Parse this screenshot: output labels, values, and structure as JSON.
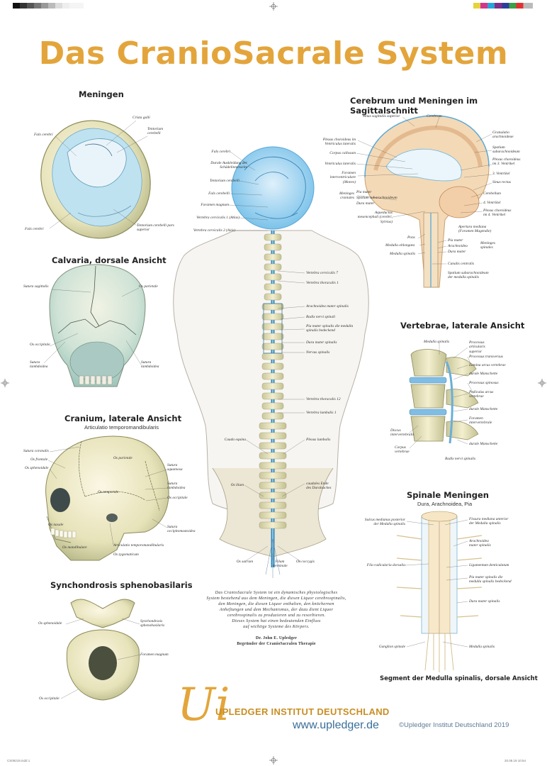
{
  "title": "Das CranioSacrale System",
  "sections": {
    "meningen": "Meningen",
    "calvaria": "Calvaria, dorsale Ansicht",
    "cranium": "Cranium, laterale Ansicht",
    "cranium_sub": "Articulatio temporomandibularis",
    "synchondrosis": "Synchondrosis sphenobasilaris",
    "cerebrum": "Cerebrum und Meningen im Sagittalschnitt",
    "vertebrae": "Vertebrae, laterale Ansicht",
    "spinale": "Spinale Meningen",
    "spinale_sub": "Dura, Arachnoidea, Pia",
    "segment": "Segment der Medulla spinalis, dorsale Ansicht"
  },
  "labels": {
    "meningen": [
      "Crista galli",
      "Tentorium cerebelli",
      "Falx cerebri",
      "Falx cerebri",
      "Tentorium cerebelli pars superior"
    ],
    "calvaria": [
      "Sutura sagittalis",
      "Os parietale",
      "Os occipitale",
      "Sutura lambdoidea",
      "Sutura lambdoidea"
    ],
    "cranium": [
      "Sutura coronalis",
      "Os frontale",
      "Os sphenoidale",
      "Os parietale",
      "Os temporale",
      "Sutura squamosa",
      "Sutura lambdoidea",
      "Os occipitale",
      "Sutura occipitomastoidea",
      "Os nasale",
      "Os mandibulare",
      "Articulatio temporomandibularis",
      "Os zygomaticum"
    ],
    "synchondrosis": [
      "Os sphenoidale",
      "Synchondrosis sphenobasilaris",
      "Foramen magnum",
      "Os occipitale"
    ],
    "center_left": [
      "Falx cerebri",
      "Durale Auskleidung der Schädelinnenseite",
      "Tentorium cerebelli",
      "Falx cerebelli",
      "Foramen magnum",
      "Vertebra cervicalis 1 (Atlas)",
      "Vertebra cervicalis 2 (Axis)"
    ],
    "center_right": [
      "Vertebra cervicalis 7",
      "Vertebra thoracalis 1",
      "Arachnoidea mater spinalis",
      "Radix nervi spinali",
      "Pia mater spinalis die medulla spinalis bedeckend",
      "Dura mater spinalis",
      "Nervus spinalis",
      "Vertebra thoracalis 12",
      "Vertebra lumbalis 1",
      "Plexus lumbalis",
      "caudales Ende des Duralsackes"
    ],
    "center_bottom": [
      "Cauda equina",
      "Os ilium",
      "Os sacrum",
      "Filum terminale",
      "Os coccygis"
    ],
    "cerebrum_left": [
      "Sinus sagittalis superior",
      "Cerebrum",
      "Plexus choroideus im Ventriculus lateralis",
      "Corpus callosum",
      "Ventriculus lateralis",
      "Foramen interventriculare (Monro)",
      "Meninges craniales",
      "Pia mater",
      "Spatium subarachnoideum",
      "Dura mater",
      "Aqueductus mesencephali (cerebri, Sylvius)",
      "Pons",
      "Medulla oblongata",
      "Medulla spinalis"
    ],
    "cerebrum_right": [
      "Granulatio arachnoideae",
      "Spatium subarachnoideum",
      "Plexus choroideus im 3. Ventrikel",
      "3. Ventrikel",
      "Sinus rectus",
      "Cerebellum",
      "4. Ventrikel",
      "Plexus choroideus im 4. Ventrikel",
      "Apertura mediana (Foramen Magendie)",
      "Pia mater",
      "Arachnoidea",
      "Dura mater",
      "Meninges spinales",
      "Canalis centralis",
      "Spatium subarachnoideum der medulla spinalis"
    ],
    "vertebrae": [
      "Medulla spinalis",
      "Processus articularis superior",
      "Processus transversus",
      "Lamina arcus vertebrae",
      "durale Manschette",
      "Processus spinosus",
      "Pediculus arcus vertebrae",
      "durale Manschette",
      "Foramen intervertebrale",
      "Discus intervertebralis",
      "Corpus vertebrae",
      "durale Manschette",
      "Radix nervi spinalis"
    ],
    "spinale": [
      "Sulcus medianus posterior der Medulla spinalis",
      "Fissura mediana anterior der Medulla spinalis",
      "Arachnoidea mater spinalis",
      "Fila radicularia dorsalia",
      "Ligamentum denticulatum",
      "Pia mater spinalis die medulla spinalis bedeckend",
      "Dura mater spinalis",
      "Ganglion spinale",
      "Medulla spinalis"
    ]
  },
  "quote": [
    "Das CranioSacrale System ist ein dynamisches physiologisches",
    "System bestehend aus dem Meningen, die diesen Liquor cerebrospinalis,",
    "den Meningen, die diesen Liquor enthalten, den knöchernen",
    "Anheftungen und dem Mechanismus, der dazu dient Liquor",
    "cerebrospinalis zu produzieren und zu resorbieren.",
    "Dieses System hat einen bedeutenden Einfluss",
    "auf wichtige Systeme des Körpers."
  ],
  "signature": [
    "Dr. John E. Upledger",
    "Begründer der CranioSacralen Therapie"
  ],
  "logo_mark": "Ui",
  "institute": "UPLEDGER INSTITUT DEUTSCHLAND",
  "url": "www.upledger.de",
  "copyright": "©Upledger Institut Deutschland 2019",
  "footer": [
    "CS09219.indd 1",
    "20.08.19  10:54"
  ],
  "colors": {
    "accent": "#e3a53b",
    "blue": "#3a6f9a",
    "cyan": "#66b7df"
  }
}
